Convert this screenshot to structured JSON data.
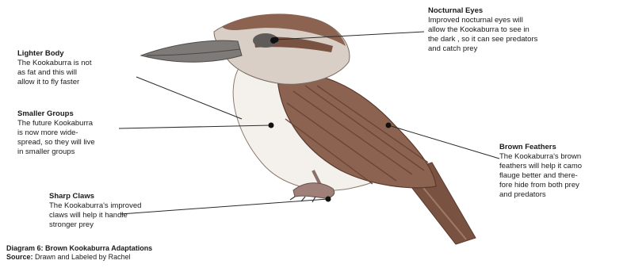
{
  "labels": {
    "nocturnal_eyes": {
      "title": "Nocturnal Eyes",
      "lines": [
        "Improved nocturnal eyes will",
        "allow the Kookaburra to see in",
        "the dark , so it can see predators",
        "and catch prey"
      ]
    },
    "lighter_body": {
      "title": "Lighter Body",
      "lines": [
        "The Kookaburra is not",
        "as fat and this will",
        "allow it to fly faster"
      ]
    },
    "smaller_groups": {
      "title": "Smaller Groups",
      "lines": [
        "The future Kookaburra",
        "is now more wide-",
        "spread, so they will live",
        "in smaller groups"
      ]
    },
    "brown_feathers": {
      "title": "Brown Feathers",
      "lines": [
        "The Kookaburra's brown",
        "feathers will help it camo",
        "flauge better and there-",
        "fore hide from both prey",
        "and predators"
      ]
    },
    "sharp_claws": {
      "title": "Sharp Claws",
      "lines": [
        "The Kookaburra's improved",
        "claws will help it handle",
        "stronger prey"
      ]
    }
  },
  "caption": {
    "title": "Diagram 6: Brown Kookaburra Adaptations",
    "source_label": "Source:",
    "source_text": "Drawn and Labeled by Rachel"
  },
  "colors": {
    "feather_dark": "#6b4636",
    "feather_mid": "#8c6350",
    "feather_light": "#b98f7c",
    "belly": "#f4f1ec",
    "beak": "#7d7a78",
    "leader_line": "#2b2b2b"
  }
}
